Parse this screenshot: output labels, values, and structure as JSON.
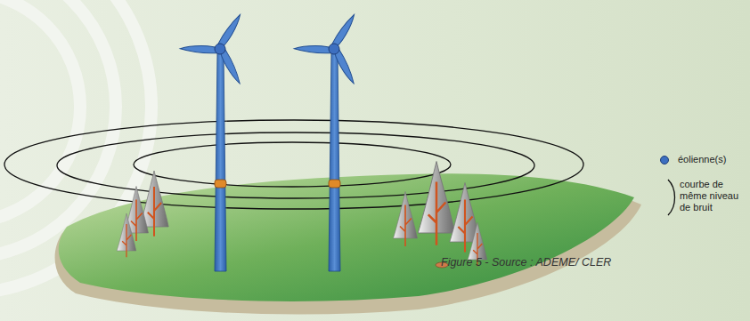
{
  "diagram": {
    "caption": "Figure 5 - Source : ADEME/ CLER",
    "legend": [
      {
        "text": "éolienne(s)",
        "color": "#3d6fc0"
      },
      {
        "text": "courbe de même niveau de bruit"
      }
    ]
  }
}
